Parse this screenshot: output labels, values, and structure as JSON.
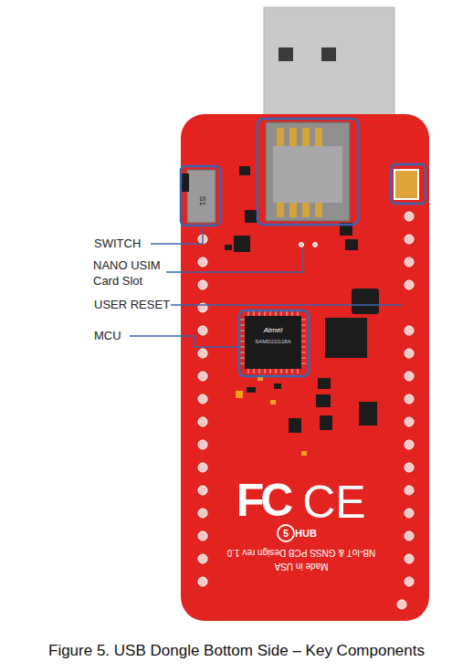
{
  "diagram": {
    "caption": "Figure 5. USB Dongle Bottom Side – Key Components",
    "labels": [
      "SWITCH",
      "NANO USIM Card Slot",
      "USER RESET",
      "MCU",
      "S1",
      "Atmel",
      "SAMD21G18A",
      "FC",
      "CE",
      "5",
      "HUB",
      "NB-IoT & GNSS PCB Design rev 1.0",
      "Made in USA"
    ]
  }
}
